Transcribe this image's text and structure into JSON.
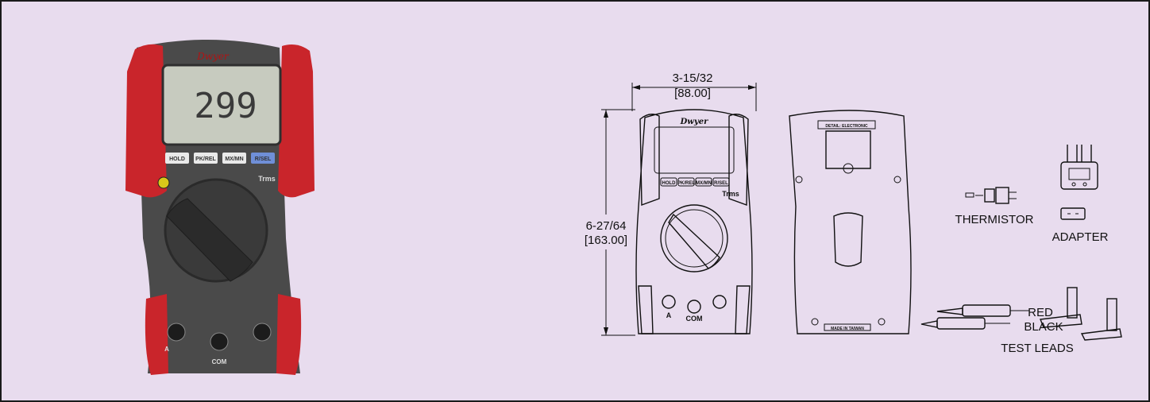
{
  "photo": {
    "display_reading": "299",
    "buttons": [
      "HOLD",
      "PK/REL",
      "MX/MN",
      "R/SEL"
    ],
    "brand_text": "Dwyer",
    "model_text": "Trms",
    "jack_label_com": "COM",
    "jack_label_a": "A",
    "colors": {
      "grip": "#c9252b",
      "body": "#4a4a4a",
      "lcd": "#c7cbbf"
    }
  },
  "drawing": {
    "width_dim": {
      "fraction": "3-15/32",
      "mm": "[88.00]"
    },
    "height_dim": {
      "fraction": "6-27/64",
      "mm": "[163.00]"
    },
    "front_buttons": [
      "HOLD",
      "PK/REL",
      "MX/MN",
      "R/SEL"
    ],
    "front_brand": "Dwyer",
    "front_model": "Trms",
    "jack_labels": [
      "A",
      "COM"
    ],
    "back_top_label": "DETAIL: ELECTRONIC",
    "back_bottom_label": "MADE IN TAIWAN"
  },
  "accessories": {
    "thermistor": "THERMISTOR",
    "adapter": "ADAPTER",
    "red": "RED",
    "black": "BLACK",
    "test_leads": "TEST LEADS"
  }
}
